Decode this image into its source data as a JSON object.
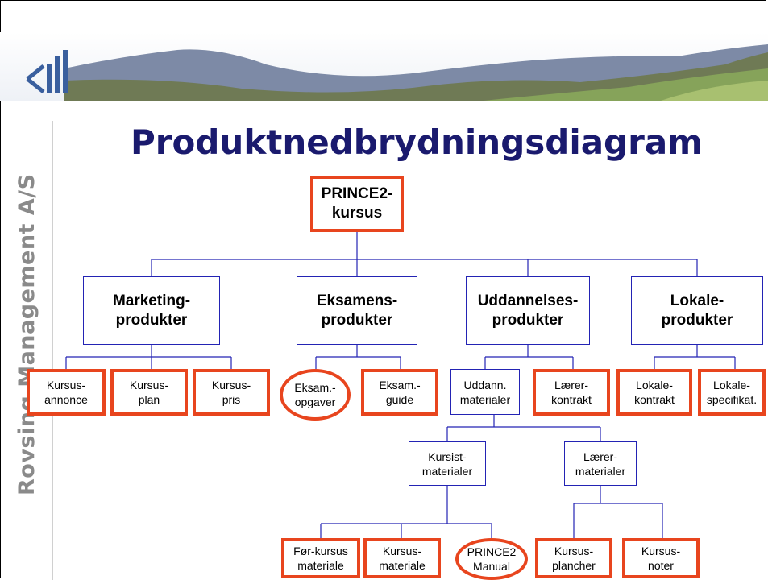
{
  "company_name": "Rovsing Management A/S",
  "title": "Produktnedbrydningsdiagram",
  "nodes": {
    "root": "PRINCE2-\nkursus",
    "marketing": "Marketing-\nprodukter",
    "eksamens": "Eksamens-\nprodukter",
    "uddannelses": "Uddannelses-\nprodukter",
    "lokale": "Lokale-\nprodukter",
    "kursus_annonce": "Kursus-\nannonce",
    "kursus_plan": "Kursus-\nplan",
    "kursus_pris": "Kursus-\npris",
    "eksam_opgaver": "Eksam.-\nopgaver",
    "eksam_guide": "Eksam.-\nguide",
    "uddann_materialer": "Uddann.\nmaterialer",
    "laerer_kontrakt": "Lærer-\nkontrakt",
    "lokale_kontrakt": "Lokale-\nkontrakt",
    "lokale_specifikat": "Lokale-\nspecifikat.",
    "kursist_materialer": "Kursist-\nmaterialer",
    "laerer_materialer": "Lærer-\nmaterialer",
    "foer_kursus": "Før-kursus\nmateriale",
    "kursus_materiale": "Kursus-\nmateriale",
    "prince2_manual": "PRINCE2\nManual",
    "kursus_plancher": "Kursus-\nplancher",
    "kursus_noter": "Kursus-\nnoter"
  }
}
